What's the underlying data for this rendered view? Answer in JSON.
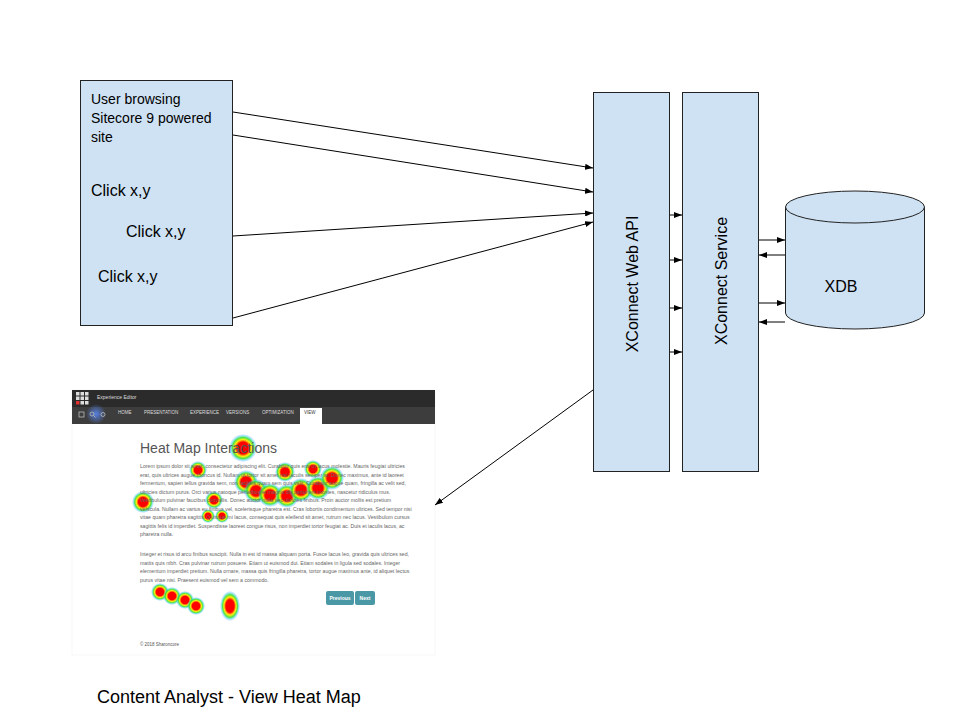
{
  "diagram": {
    "caption": "Content Analyst - View Heat Map",
    "nodes": [
      {
        "text": [
          "User browsing Sitecore 9 powered site",
          "Click x,y",
          "Click x,y",
          "Click x,y"
        ]
      },
      {
        "text": [
          "XConnect Web API"
        ]
      },
      {
        "text": [
          "XConnect Service"
        ]
      },
      {
        "text": [
          "XDB"
        ]
      },
      {
        "text": [
          "Heat Map Interactions",
          "Lorem ipsum dolor sit amet, consectetur adipiscing elit. Curabitur quis erat ut lacus molestie. Mauris feugiat ultricies erat, quis ultrices augue rhoncus id. Nullam ut tortor sit amet nisl iaculis semper at. Donec maximus, ante id laoreet fermentum, sapien tellus gravida sem, non facilisis quam sem quis velit. Curabitur augue quam, fringilla ac velit sed, ultricies dictum purus. Orci varius natoque penatibus et magnis dis parturient montes, nascetur ridiculus mus. Vestibulum pulvinar faucibus convallis. Donec auctor nulla nec ultricies finibus. Proin auctor mollis est pretium vehicula. Nullam ac varius eu finibus vel, scelerisque pharetra est. Cras lobortis condimentum ultrices. Sed tempor nisi vitae quam pharetra sagittis. Quisque mi lacus, consequat quis eleifend sit amet, rutrum nec lacus. Vestibulum cursus sagittis felis id imperdiet. Suspendisse laoreet congue risus, non imperdiet tortor feugiat ac. Duis et iaculis lacus, ac pharetra nulla.",
          "Integer et risus id arcu finibus suscipit. Nulla in est id massa aliquam porta. Fusce lacus leo, gravida quis ultrices sed, mattis quis nibh. Cras pulvinar rutrum posuere. Etiam ut euismod dui. Etiam sodales in ligula sed sodales. Integer elementum imperdiet pretium. Nulla ornare, massa quis fringilla pharetra, tortor augue maximus ante, id aliquet lectus purus vitae nisi. Praesent euismod vel sem a commodo.",
          "© 2018 Sharoncore"
        ]
      },
      {
        "text": [
          "Experience Editor",
          "HOME",
          "PRESENTATION",
          "EXPERIENCE",
          "VERSIONS",
          "OPTIMIZATION",
          "VIEW"
        ],
        "in": 4
      },
      {
        "text": [
          "Previous"
        ],
        "in": 4
      },
      {
        "text": [
          "Next"
        ],
        "in": 4
      }
    ],
    "edges": [
      {
        "from": 0,
        "to": 1,
        "arrow": "to"
      },
      {
        "from": 0,
        "to": 1,
        "arrow": "to"
      },
      {
        "from": 0,
        "to": 1,
        "arrow": "to"
      },
      {
        "from": 0,
        "to": 1,
        "arrow": "to"
      },
      {
        "from": 1,
        "to": 2,
        "arrow": "to"
      },
      {
        "from": 1,
        "to": 2,
        "arrow": "to"
      },
      {
        "from": 1,
        "to": 2,
        "arrow": "to"
      },
      {
        "from": 1,
        "to": 2,
        "arrow": "to"
      },
      {
        "from": 2,
        "to": 3,
        "arrow": "to"
      },
      {
        "from": 3,
        "to": 2,
        "arrow": "to"
      },
      {
        "from": 2,
        "to": 3,
        "arrow": "to"
      },
      {
        "from": 3,
        "to": 2,
        "arrow": "to"
      },
      {
        "from": 1,
        "to": 4,
        "arrow": "to"
      }
    ]
  }
}
